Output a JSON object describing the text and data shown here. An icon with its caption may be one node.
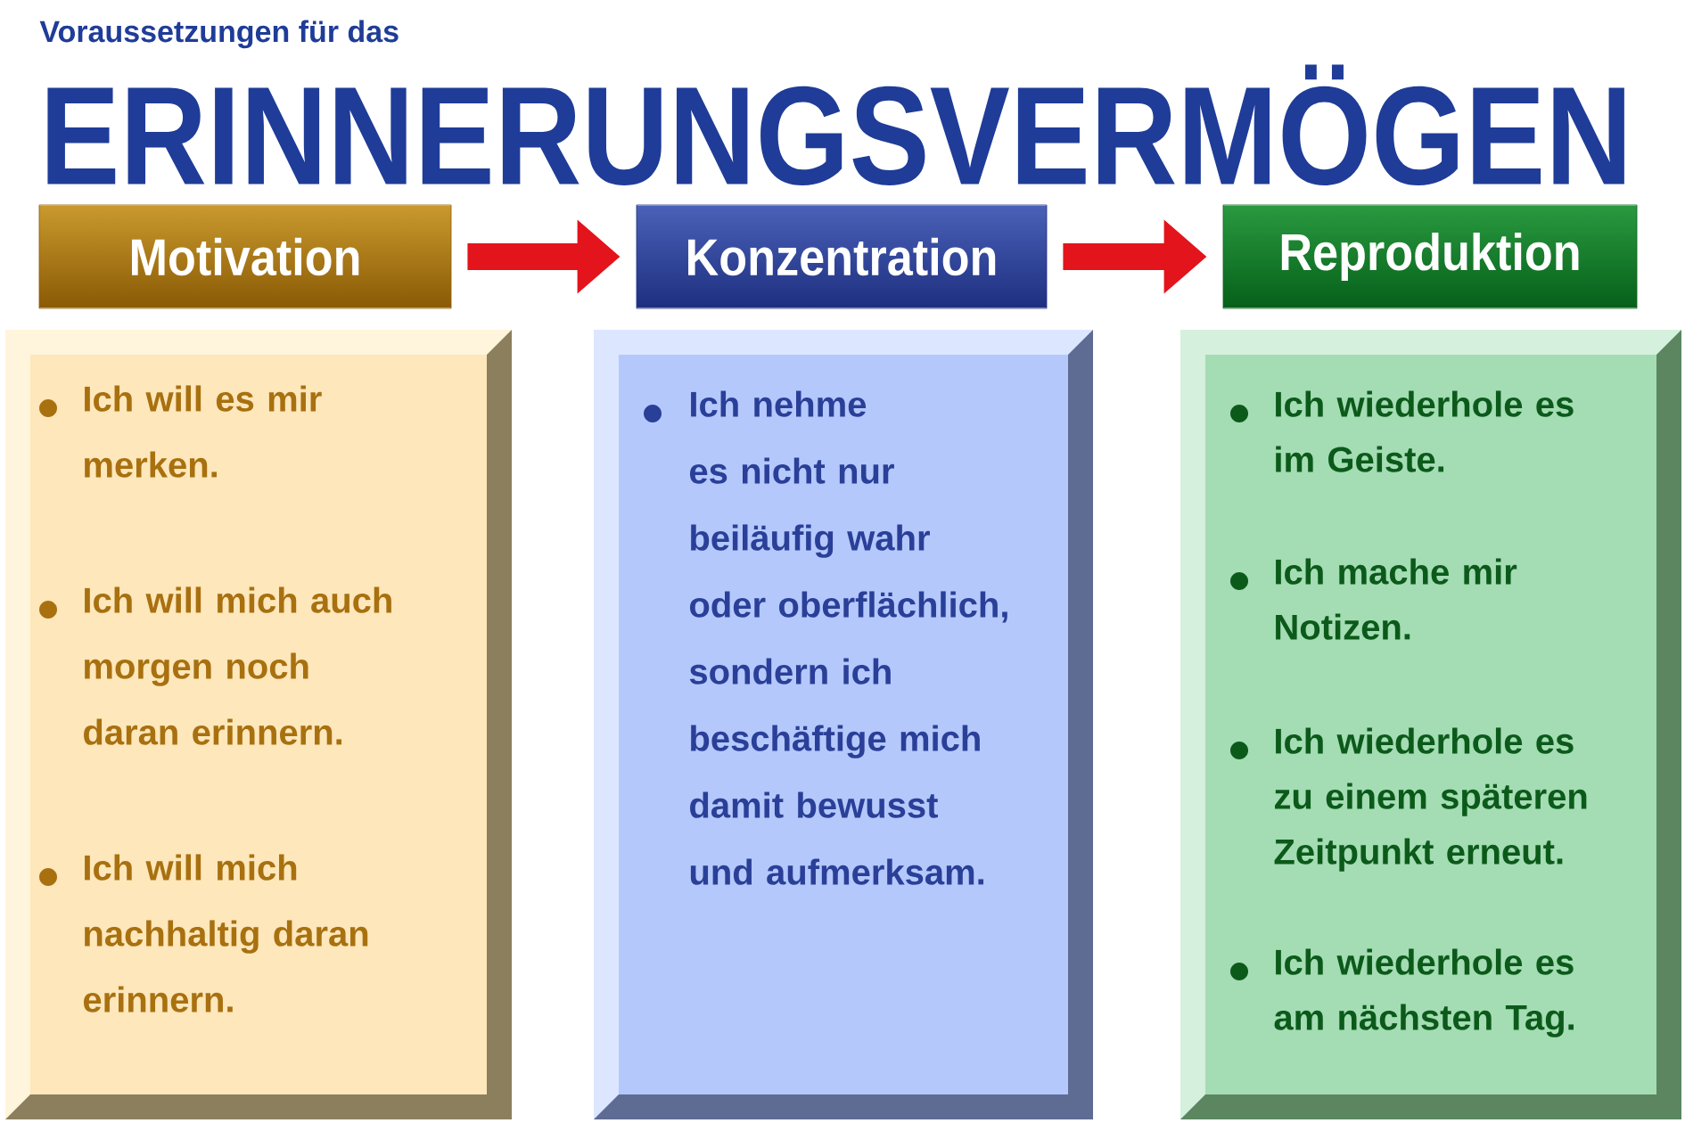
{
  "diagram": {
    "title": "ERINNERUNGSVERMÖGEN",
    "nodes": [
      {
        "text": [
          "Motivation"
        ]
      },
      {
        "text": [
          "Konzentration"
        ]
      },
      {
        "text": [
          "Reproduktion"
        ]
      },
      {
        "text": [
          "Ich will es mir merken.",
          "Ich will mich auch morgen noch daran erinnern.",
          "Ich will mich nachhaltig daran erinnern."
        ]
      },
      {
        "text": [
          "Ich nehme es nicht nur beiläufig wahr oder oberflächlich, sondern ich beschäftige mich damit bewusst und aufmerksam."
        ]
      },
      {
        "text": [
          "Ich wiederhole es im Geiste.",
          "Ich mache mir Notizen.",
          "Ich wiederhole es zu einem späteren Zeitpunkt erneut.",
          "Ich wiederhole es am nächsten Tag."
        ]
      }
    ],
    "edges": [
      {
        "from": 0,
        "to": 1,
        "arrow": "to"
      },
      {
        "from": 1,
        "to": 2,
        "arrow": "to"
      }
    ],
    "labels": [
      "Voraussetzungen für das"
    ]
  }
}
